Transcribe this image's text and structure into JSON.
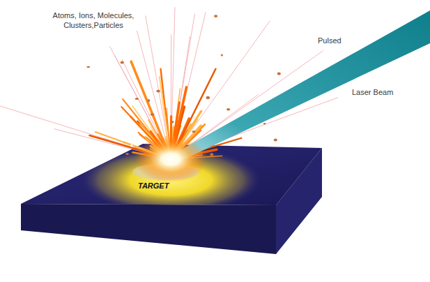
{
  "diagram": {
    "labels": [
      "Atoms, Ions, Molecules, Clusters,Particles",
      "Pulsed",
      "Laser Beam",
      "TARGET"
    ]
  }
}
